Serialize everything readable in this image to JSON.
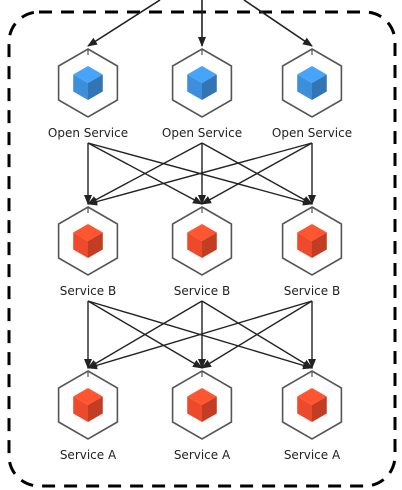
{
  "colors": {
    "hex_stroke": "#555555",
    "blue_cube": "#3d8fdc",
    "red_cube": "#ec4a2a",
    "edge": "#222222",
    "boundary": "#000000"
  },
  "rows": [
    {
      "label": "Open Service",
      "cube": "blue-cube-icon",
      "count": 3
    },
    {
      "label": "Service B",
      "cube": "red-cube-icon",
      "count": 3
    },
    {
      "label": "Service A",
      "cube": "red-cube-icon",
      "count": 3
    }
  ],
  "edges": "each node connects to every node in the row below"
}
